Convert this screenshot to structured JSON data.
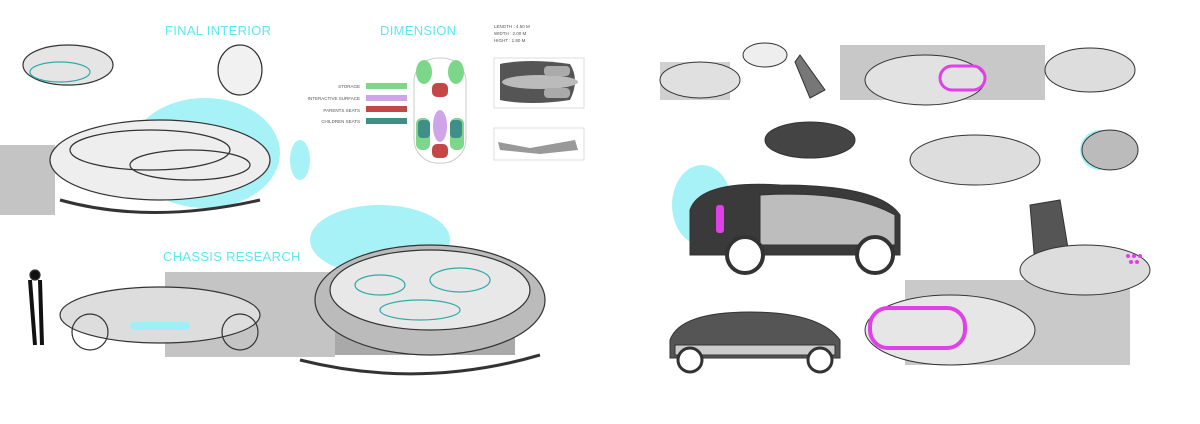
{
  "titles": {
    "final_interior": "FINAL INTERIOR",
    "dimension": "DIMENSION",
    "chassis_research": "CHASSIS RESEARCH"
  },
  "legend": [
    {
      "label": "STORAGE",
      "color": "#7dd68a"
    },
    {
      "label": "INTERACTIVE SURFACE",
      "color": "#cfa5ea"
    },
    {
      "label": "PARENTS SEATS",
      "color": "#c24848"
    },
    {
      "label": "CHILDREN SEATS",
      "color": "#3f8f88"
    }
  ],
  "dimensions": {
    "length": "LENGTH : 4.50 M",
    "width": "WIDTH : 2.00 M",
    "height": "HIGHT : 1.80 M"
  },
  "colors": {
    "accent_cyan": "#5ee8f0",
    "highlight_magenta": "#e040e8",
    "panel_gray": "#c4c4c4"
  }
}
